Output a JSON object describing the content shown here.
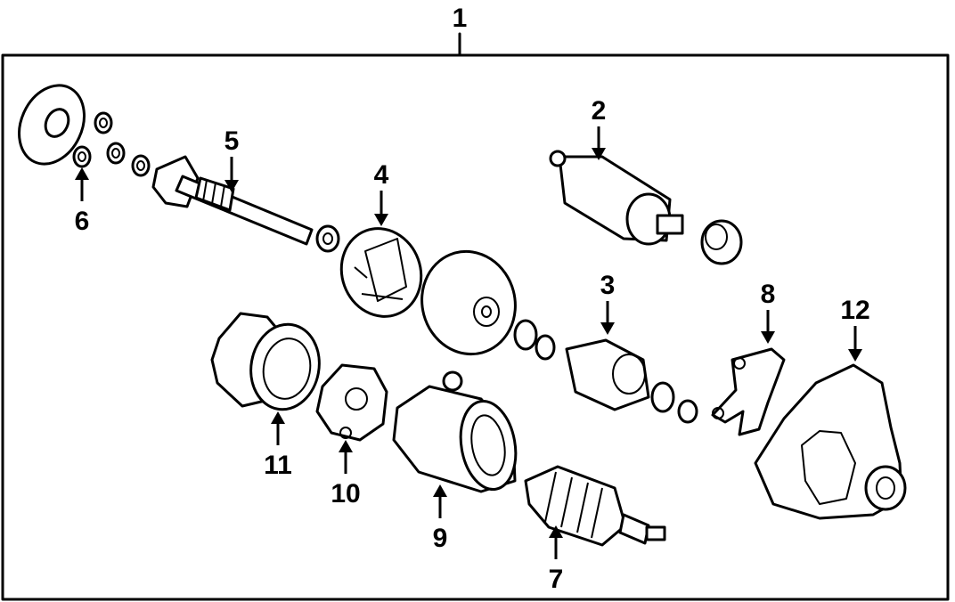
{
  "diagram": {
    "assembly_label": "1",
    "callouts": [
      "2",
      "3",
      "4",
      "5",
      "6",
      "7",
      "8",
      "9",
      "10",
      "11",
      "12"
    ]
  },
  "colors": {
    "line": "#000000",
    "background": "#ffffff"
  }
}
